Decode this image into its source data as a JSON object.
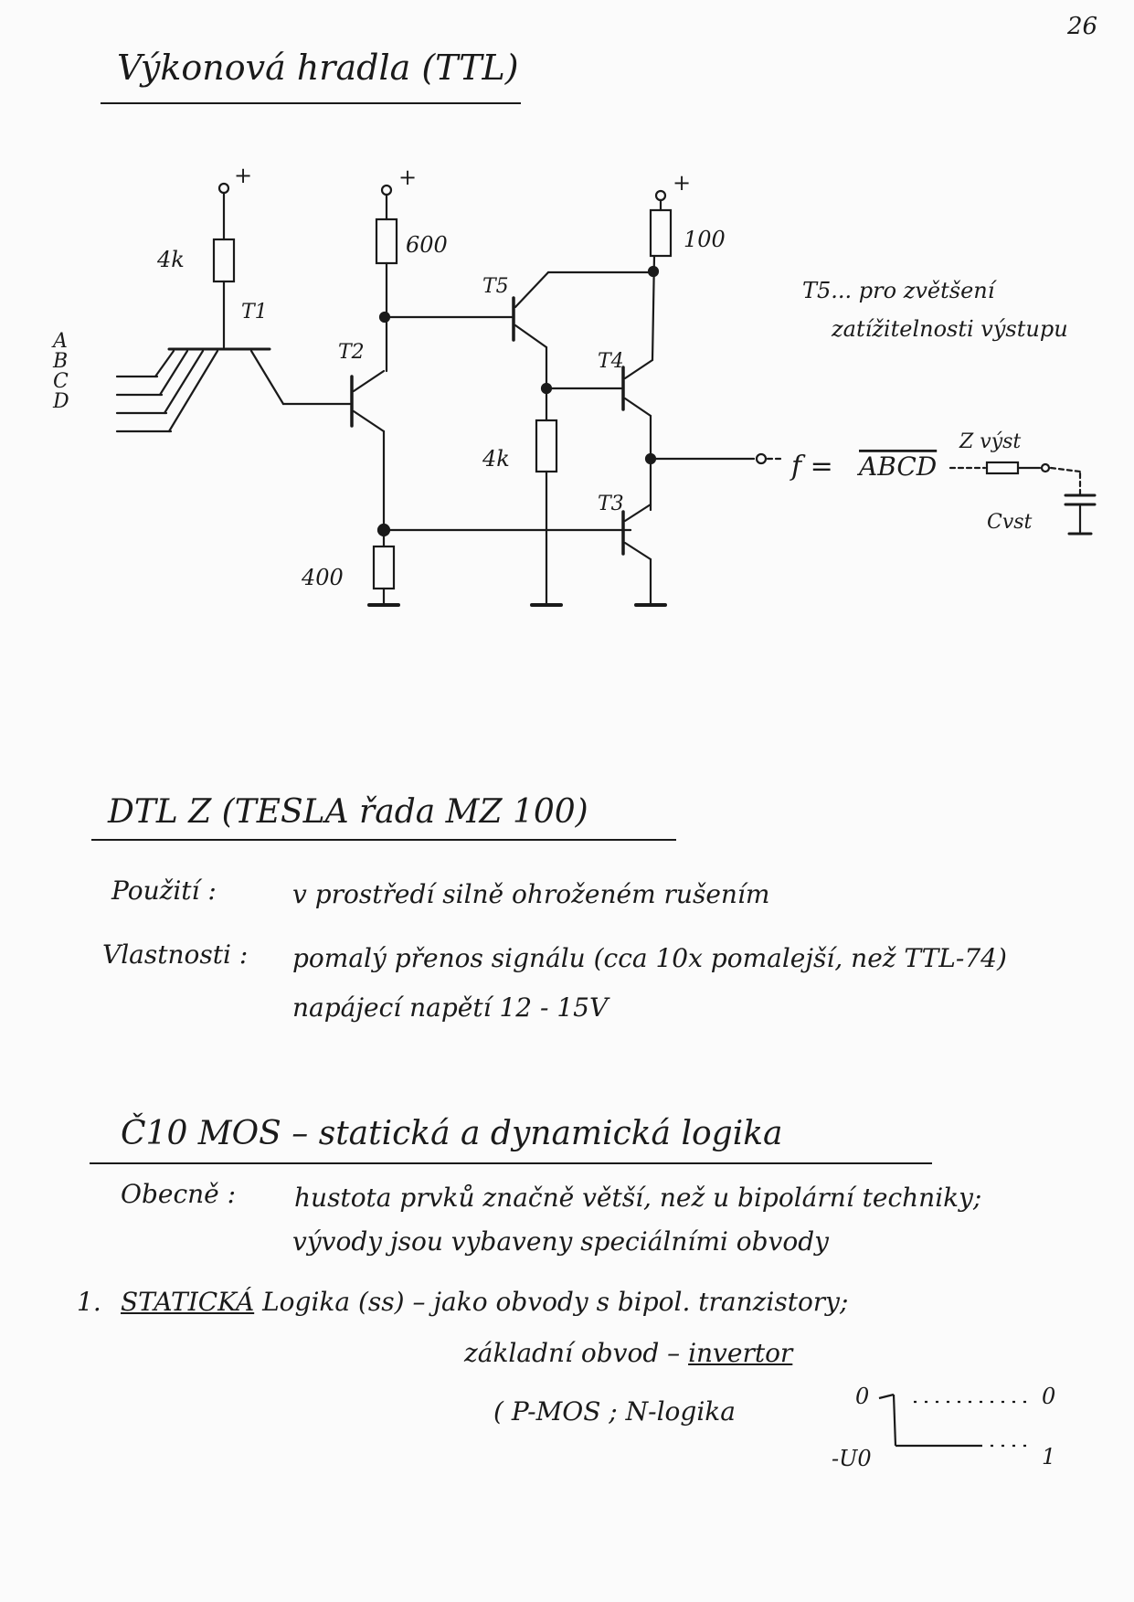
{
  "page_number": "26",
  "title": "Výkonová hradla (TTL)",
  "circuit": {
    "supply": "+",
    "resistors": {
      "r1": "4k",
      "r2": "600",
      "r3": "100",
      "r4": "4k",
      "r5": "400"
    },
    "transistors": {
      "t1": "T1",
      "t2": "T2",
      "t3": "T3",
      "t4": "T4",
      "t5": "T5"
    },
    "inputs": [
      "A",
      "B",
      "C",
      "D"
    ],
    "output_function": "f = ",
    "output_expr": "ABCD",
    "z_label": "Z výst",
    "c_label": "Cvst",
    "note_line1": "T5... pro zvětšení",
    "note_line2": "zatížitelnosti výstupu"
  },
  "section_dtlz": {
    "heading": "DTL Z (TESLA řada MZ 100)",
    "used_label": "Použití :",
    "used_text": "v prostředí silně ohroženém rušením",
    "props_label": "Vlastnosti :",
    "props_text1": "pomalý přenos signálu (cca 10x pomalejší, než TTL-74)",
    "props_text2": "napájecí napětí 12 - 15V"
  },
  "section_mos": {
    "heading": "Č10 MOS – statická a dynamická logika",
    "general_label": "Obecně :",
    "general_text1": "hustota prvků značně větší, než u bipolární techniky;",
    "general_text2": "vývody jsou vybaveny speciálními obvody",
    "item_num": "1.",
    "item_kw": "STATICKÁ",
    "item_text": " Logika (ss) – jako obvody s bipol. tranzistory;",
    "item_line2a": "základní obvod – ",
    "item_line2b": "invertor",
    "item_line3": "( P-MOS ; N-logika",
    "level_top_in": "0",
    "level_top_out": "0",
    "level_bot_in": "-U0",
    "level_bot_out": "1"
  }
}
